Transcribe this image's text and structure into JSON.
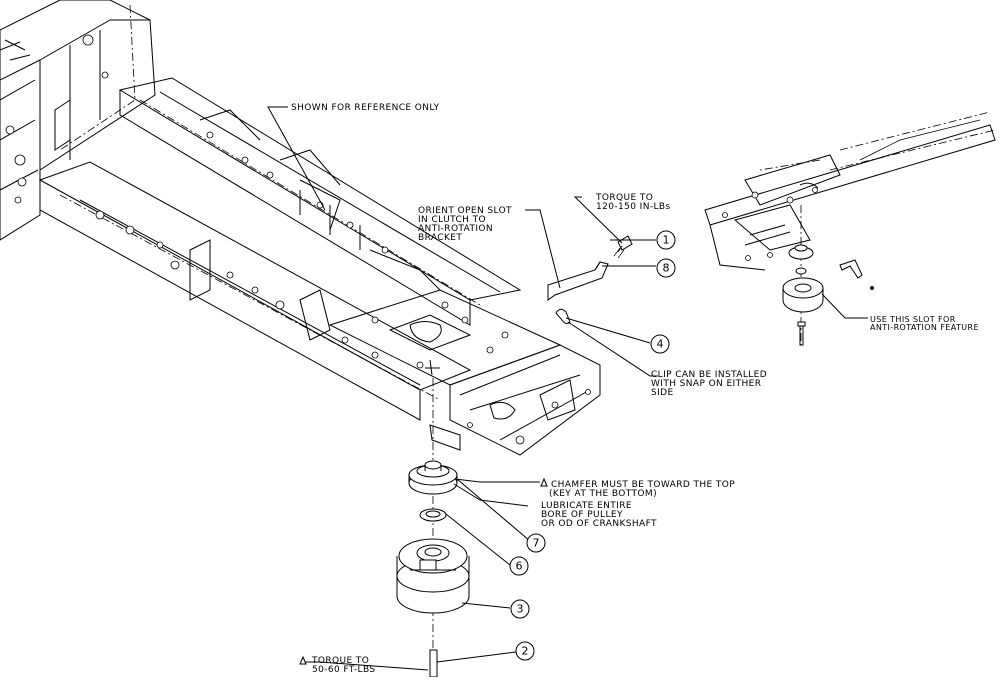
{
  "notes": {
    "shown_for_reference": "SHOWN FOR REFERENCE ONLY",
    "orient_open_slot": [
      "ORIENT OPEN SLOT",
      "IN CLUTCH TO",
      "ANTI-ROTATION",
      "BRACKET"
    ],
    "torque_in_lbs": [
      "TORQUE TO",
      "120-150 IN-LBs"
    ],
    "clip_note": [
      "CLIP CAN BE INSTALLED",
      "WITH SNAP ON EITHER",
      "SIDE"
    ],
    "use_slot": [
      "USE THIS SLOT FOR",
      "ANTI-ROTATION FEATURE"
    ],
    "chamfer": [
      "CHAMFER MUST BE TOWARD THE TOP",
      "(KEY AT THE BOTTOM)"
    ],
    "lubricate": [
      "LUBRICATE ENTIRE",
      "BORE OF PULLEY",
      "OR OD OF CRANKSHAFT"
    ],
    "torque_ft_lbs": [
      "TORQUE TO",
      "50-60 FT-LBS"
    ]
  },
  "callouts": [
    "1",
    "8",
    "4",
    "7",
    "6",
    "3",
    "2"
  ]
}
